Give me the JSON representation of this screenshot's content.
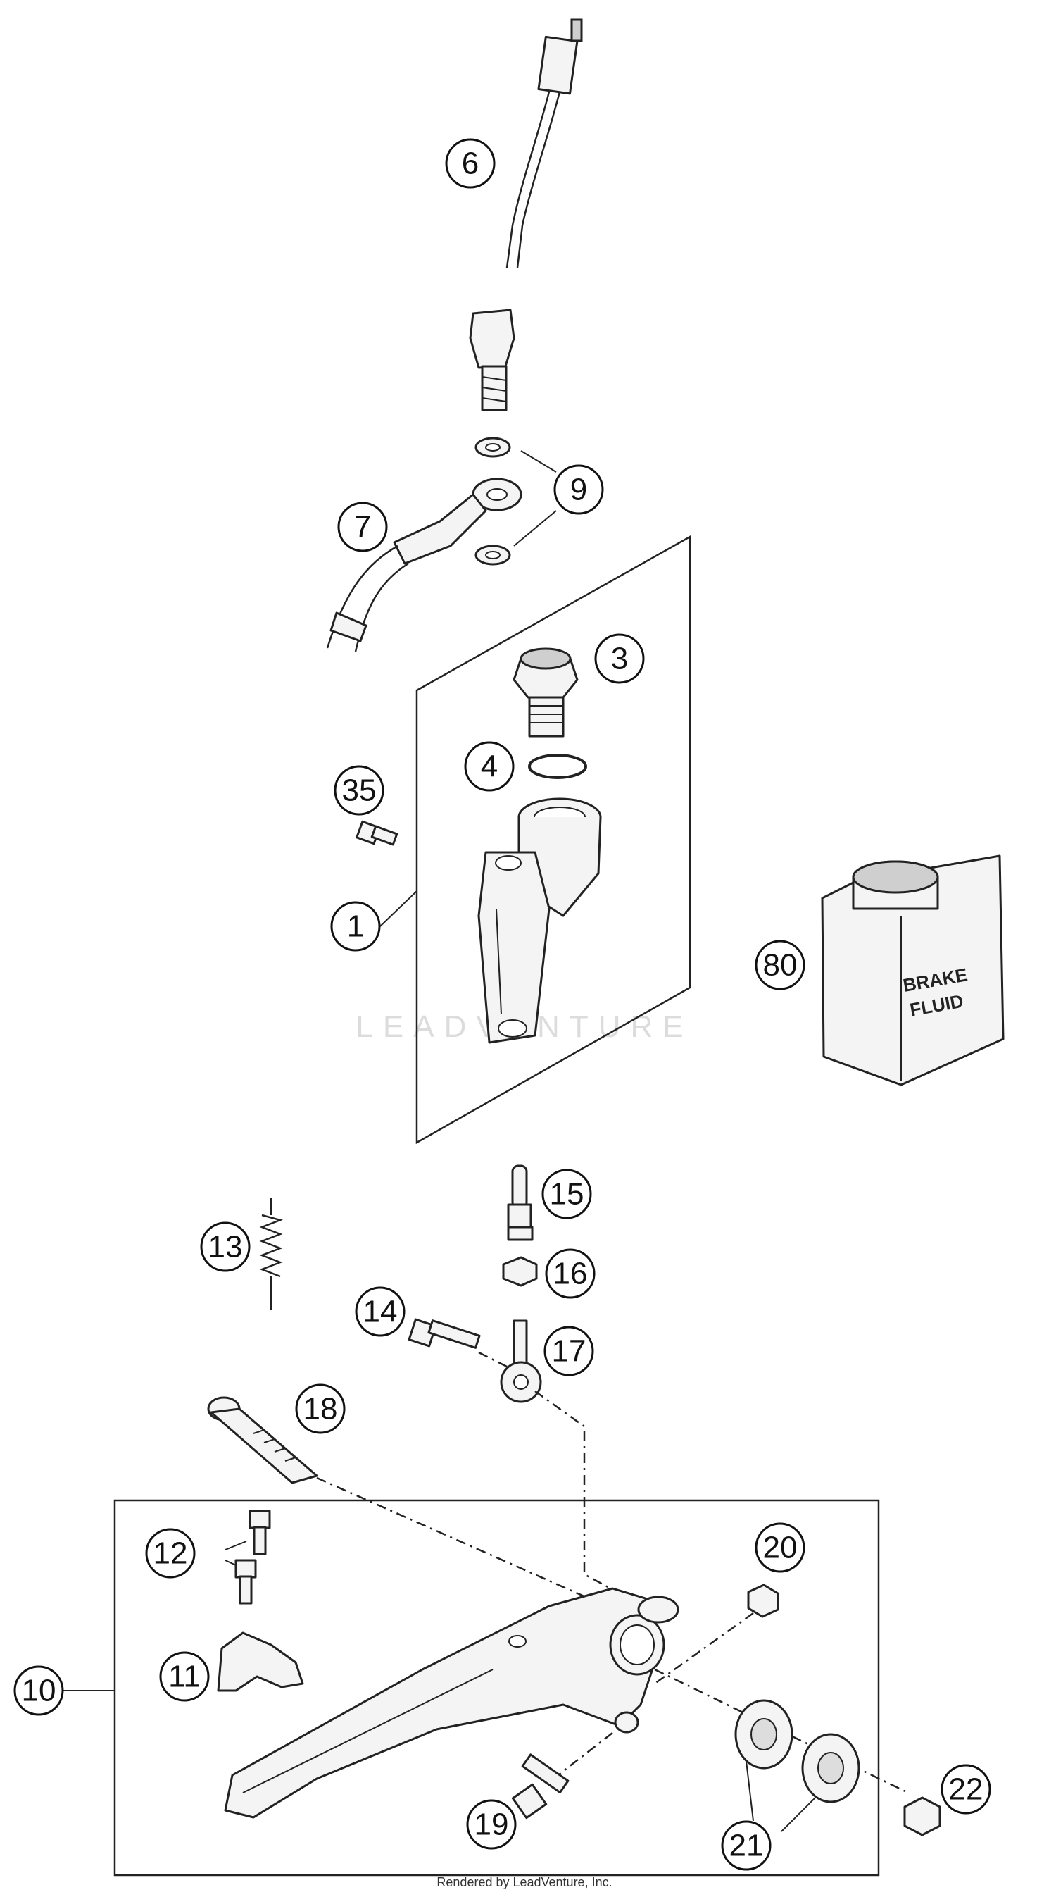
{
  "watermark": "LEADVENTURE",
  "credit": "Rendered by LeadVenture, Inc.",
  "fluid_label": {
    "line1": "BRAKE",
    "line2": "FLUID"
  },
  "callouts": [
    "6",
    "9",
    "7",
    "3",
    "4",
    "35",
    "1",
    "80",
    "15",
    "13",
    "16",
    "14",
    "17",
    "18",
    "12",
    "20",
    "10",
    "11",
    "19",
    "21",
    "22"
  ]
}
